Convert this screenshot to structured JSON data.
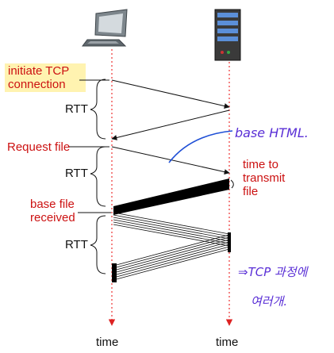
{
  "labels": {
    "initiate": [
      "initiate TCP",
      "connection"
    ],
    "rtt": "RTT",
    "request_file": "Request file",
    "time_to_transmit": [
      "time to",
      "transmit",
      "file"
    ],
    "base_file_received": [
      "base file",
      "received"
    ],
    "time": "time"
  },
  "handwriting": {
    "base_html": "base HTML.",
    "korean": [
      "⇒TCP 과정에",
      "여러개."
    ]
  },
  "icons": {
    "client": "desktop-computer-icon",
    "server": "server-tower-icon"
  },
  "colors": {
    "timeline": "#ee3333",
    "label_red": "#cc1111",
    "highlight": "#fff3b0",
    "handwriting": "#5a2fd6",
    "arrow": "#111111"
  }
}
